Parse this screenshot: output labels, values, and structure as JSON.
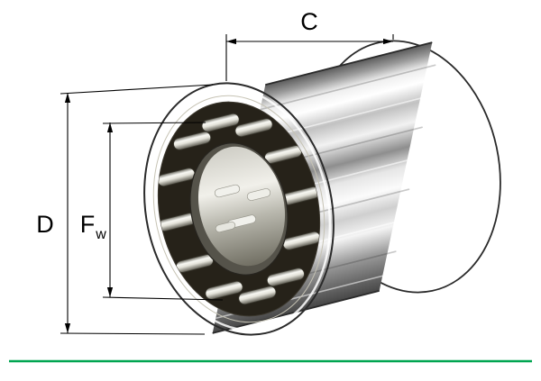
{
  "labels": {
    "width": "C",
    "outer_diameter": "D",
    "raceway_diameter": "F",
    "raceway_subscript": "w"
  },
  "colors": {
    "ground_line": "#00A550"
  }
}
